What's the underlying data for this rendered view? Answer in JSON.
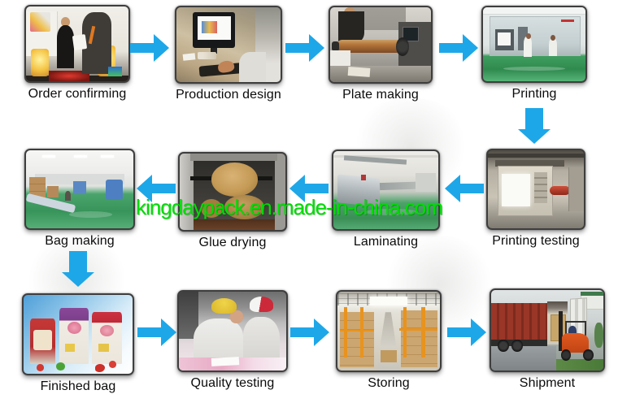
{
  "diagram": {
    "watermark_text": "kingdaypack.en.made-in-china.com"
  },
  "colors": {
    "arrow_blue": "#1ea7e8",
    "watermark_green": "#00dc05",
    "label_text": "#0b0b0b",
    "canvas_bg": "#ffffff"
  },
  "steps": [
    {
      "id": "order-confirming",
      "label": "Order confirming",
      "photo": "customers discussing packaging samples at trade show booth"
    },
    {
      "id": "production-design",
      "label": "Production design",
      "photo": "designer working at computer monitor on desk"
    },
    {
      "id": "plate-making",
      "label": "Plate making",
      "photo": "worker engraving copper gravure cylinder"
    },
    {
      "id": "printing",
      "label": "Printing",
      "photo": "rotogravure printing press with two operators on green factory floor"
    },
    {
      "id": "printing-testing",
      "label": "Printing testing",
      "photo": "printing press unit under test in workshop"
    },
    {
      "id": "laminating",
      "label": "Laminating",
      "photo": "laminating machine line on green factory floor"
    },
    {
      "id": "glue-drying",
      "label": "Glue drying",
      "photo": "kraft film rolls inside drying unit"
    },
    {
      "id": "bag-making",
      "label": "Bag making",
      "photo": "bag making workshop with machines, boxes and green floor"
    },
    {
      "id": "finished-bag",
      "label": "Finished bag",
      "photo": "finished stand-up pouches with peppers on blue background"
    },
    {
      "id": "quality-testing",
      "label": "Quality testing",
      "photo": "two capped workers inspecting printed bags"
    },
    {
      "id": "storing",
      "label": "Storing",
      "photo": "warehouse aisle with orange racks and carton boxes"
    },
    {
      "id": "shipment",
      "label": "Shipment",
      "photo": "forklift loading crate into red container truck"
    }
  ]
}
